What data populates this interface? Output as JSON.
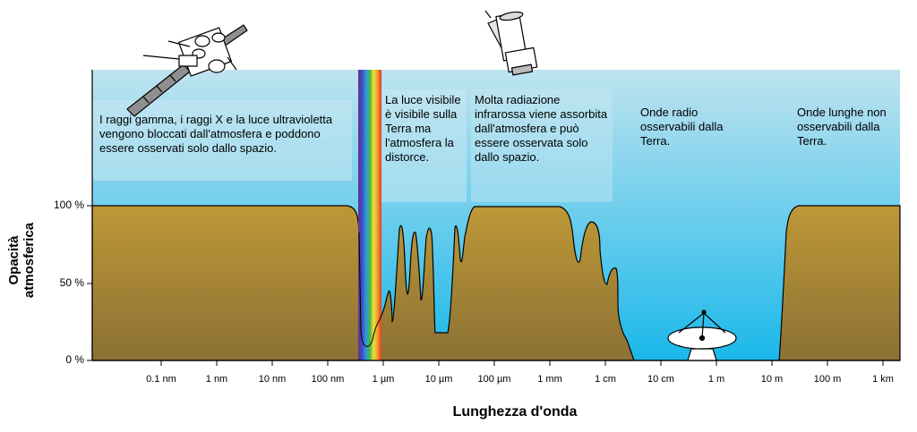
{
  "chart_data": {
    "type": "area",
    "ylabel": "Opacità atmosferica",
    "xlabel": "Lunghezza d'onda",
    "y_ticks": [
      "0 %",
      "50 %",
      "100 %"
    ],
    "x_ticks": [
      "0.1 nm",
      "1 nm",
      "10 nm",
      "100 nm",
      "1 µm",
      "10 µm",
      "100 µm",
      "1 mm",
      "1 cm",
      "10 cm",
      "1 m",
      "10 m",
      "100 m",
      "1 km"
    ],
    "colors": {
      "sky_top": "#bfe3ef",
      "sky_bottom": "#1ab8ea",
      "ground_top": "#be9837",
      "ground_bottom": "#8c7135"
    }
  },
  "annotations": {
    "gamma_xray_uv": "I raggi gamma, i raggi X e la luce ultravioletta vengono bloccati dall'atmosfera e poddono essere osservati solo dallo spazio.",
    "visible": "La luce visibile è visibile sulla Terra ma l'atmosfera la distorce.",
    "infrared": "Molta radiazione infrarossa viene assorbita dall'atmosfera e può essere osservata solo dallo spazio.",
    "radio": "Onde radio osservabili dalla Terra.",
    "long_waves": "Onde lunghe non osservabili dalla Terra."
  },
  "icons": [
    "satellite-icon",
    "space-telescope-icon",
    "radio-telescope-icon"
  ]
}
